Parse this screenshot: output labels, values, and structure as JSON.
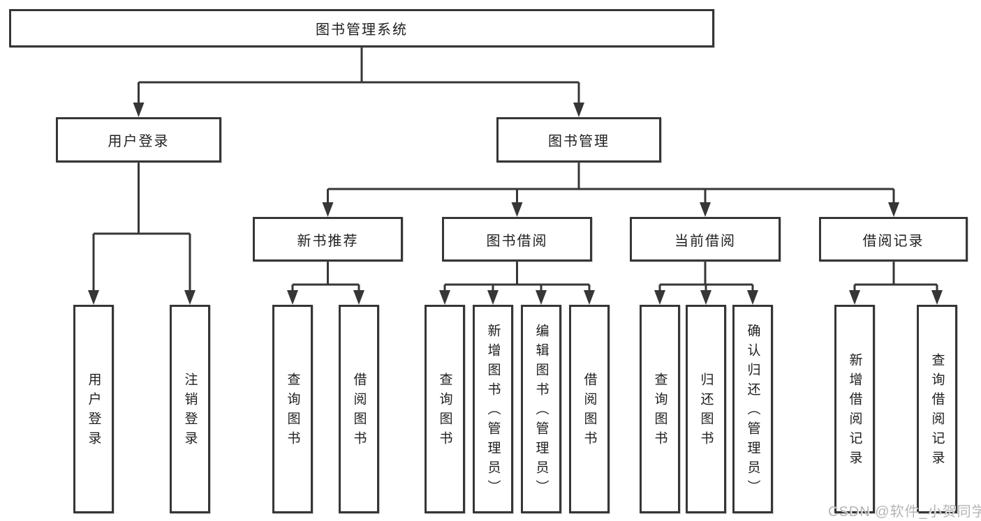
{
  "diagram": {
    "root": {
      "label": "图书管理系统"
    },
    "level2": [
      {
        "label": "用户登录"
      },
      {
        "label": "图书管理"
      }
    ],
    "level3": [
      {
        "label": "新书推荐"
      },
      {
        "label": "图书借阅"
      },
      {
        "label": "当前借阅"
      },
      {
        "label": "借阅记录"
      }
    ],
    "leaves": [
      {
        "label": "用户登录"
      },
      {
        "label": "注销登录"
      },
      {
        "label": "查询图书"
      },
      {
        "label": "借阅图书"
      },
      {
        "label": "查询图书"
      },
      {
        "label": "新增图书（管理员）"
      },
      {
        "label": "编辑图书（管理员）"
      },
      {
        "label": "借阅图书"
      },
      {
        "label": "查询图书"
      },
      {
        "label": "归还图书"
      },
      {
        "label": "确认归还（管理员）"
      },
      {
        "label": "新增借阅记录"
      },
      {
        "label": "查询借阅记录"
      }
    ],
    "watermark": "CSDN @软件_小贺同学",
    "colors": {
      "line": "#363636",
      "text": "#1f1f1f",
      "watermark": "#b5b5b5",
      "background": "#ffffff"
    }
  }
}
